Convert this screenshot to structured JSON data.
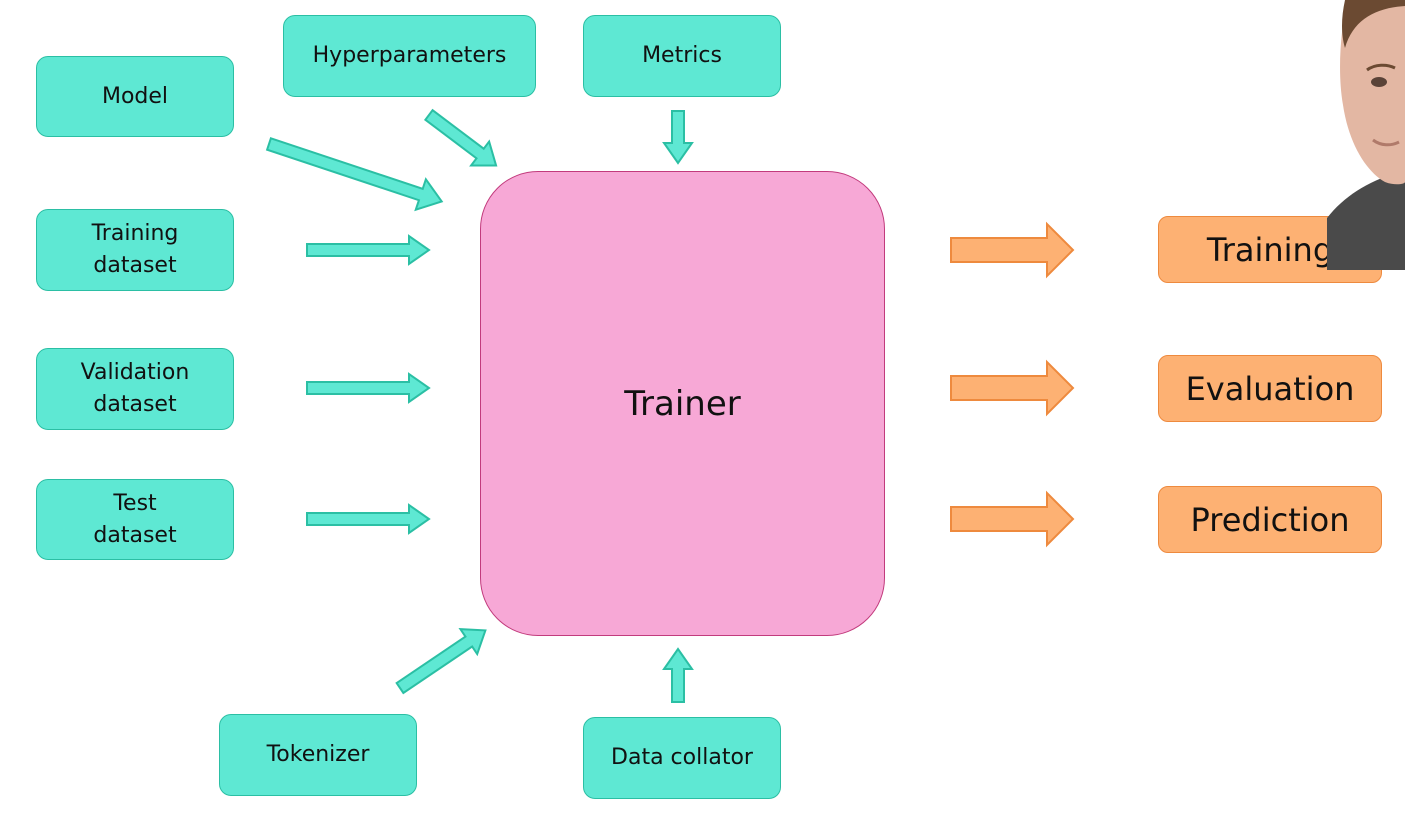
{
  "inputs": {
    "model": "Model",
    "hyperparameters": "Hyperparameters",
    "metrics": "Metrics",
    "training_dataset": "Training\ndataset",
    "validation_dataset": "Validation\ndataset",
    "test_dataset": "Test\ndataset",
    "tokenizer": "Tokenizer",
    "data_collator": "Data collator"
  },
  "center": {
    "trainer": "Trainer"
  },
  "outputs": {
    "training": "Training",
    "evaluation": "Evaluation",
    "prediction": "Prediction"
  },
  "colors": {
    "input_fill": "#5ee8d3",
    "input_stroke": "#2bbfa4",
    "trainer_fill": "#f7a8d6",
    "trainer_stroke": "#c23b7d",
    "output_fill": "#fdb173",
    "output_stroke": "#ee8a3e"
  }
}
